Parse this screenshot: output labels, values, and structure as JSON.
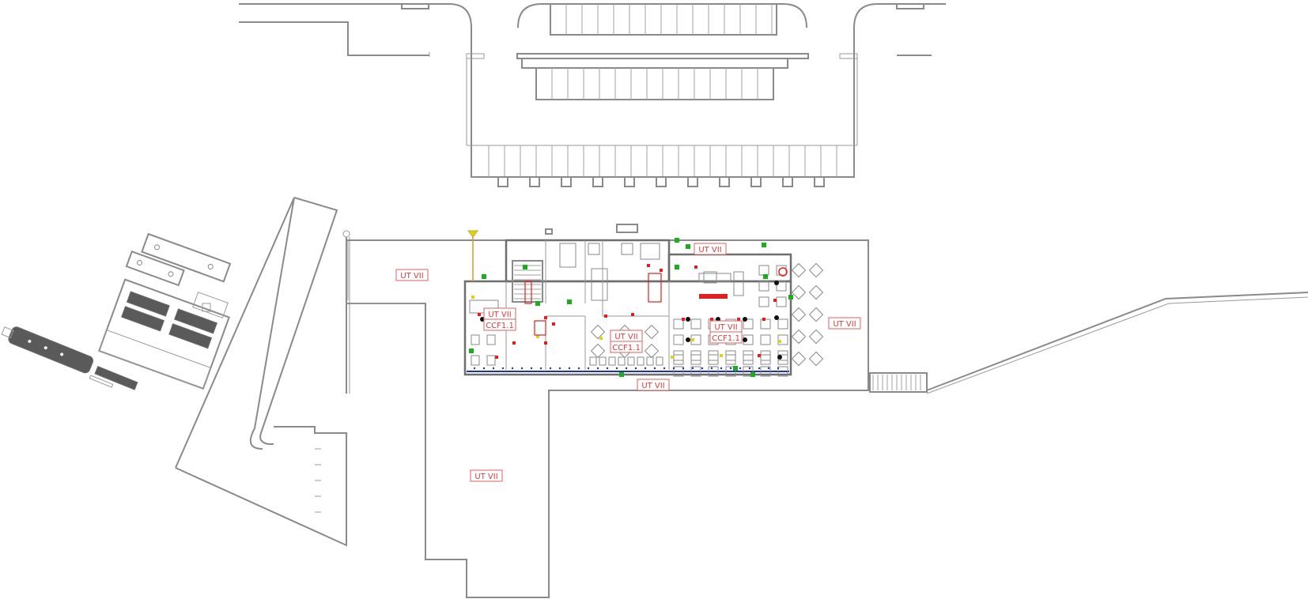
{
  "drawing": {
    "zone_labels": [
      {
        "id": "zone-west",
        "text": "UT VII"
      },
      {
        "id": "zone-east",
        "text": "UT VII"
      },
      {
        "id": "zone-south-front",
        "text": "UT VII"
      },
      {
        "id": "zone-courtyard",
        "text": "UT VII"
      },
      {
        "id": "zone-kitchen",
        "text": "UT VII"
      },
      {
        "id": "zone-room-left",
        "text": "UT VII"
      },
      {
        "id": "zone-room-center",
        "text": "UT VII"
      },
      {
        "id": "zone-room-right",
        "text": "UT VII"
      }
    ],
    "compartment_labels": [
      {
        "id": "ccf-left",
        "text": "CCF1.1"
      },
      {
        "id": "ccf-center",
        "text": "CCF1.1"
      },
      {
        "id": "ccf-right",
        "text": "CCF1.1"
      }
    ]
  },
  "colors": {
    "wall": "#8a8a8a",
    "zone_label": "#d94040",
    "fire_equipment": "#e02020",
    "exit_sign": "#18b018",
    "lighting": "#e0d020",
    "facade_line": "#2030c0"
  }
}
